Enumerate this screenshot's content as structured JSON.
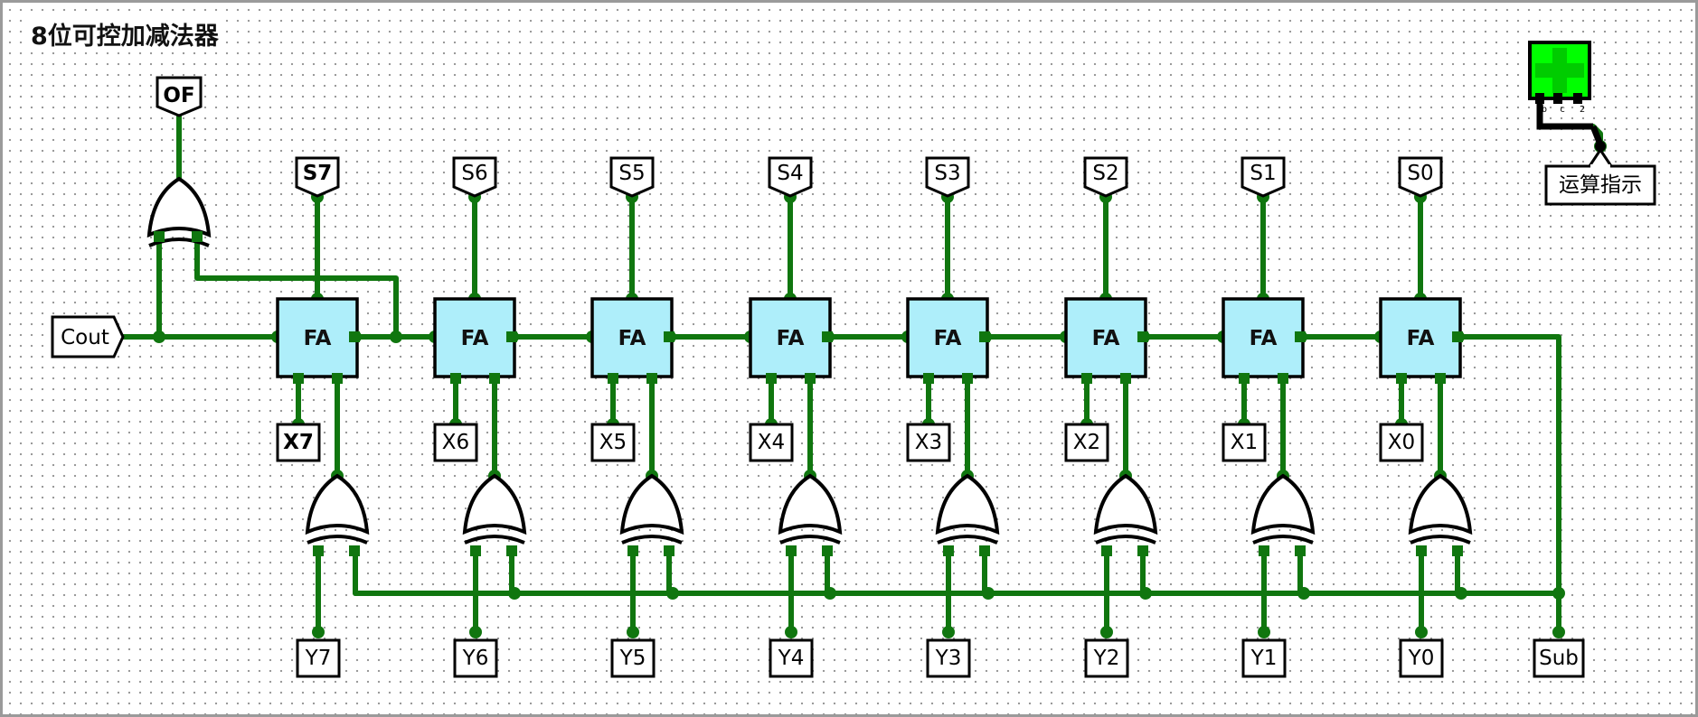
{
  "title": "8位可控加减法器",
  "adder_label": "FA",
  "sum_outputs": [
    "S7",
    "S6",
    "S5",
    "S4",
    "S3",
    "S2",
    "S1",
    "S0"
  ],
  "x_inputs": [
    "X7",
    "X6",
    "X5",
    "X4",
    "X3",
    "X2",
    "X1",
    "X0"
  ],
  "y_inputs": [
    "Y7",
    "Y6",
    "Y5",
    "Y4",
    "Y3",
    "Y2",
    "Y1",
    "Y0"
  ],
  "overflow_label": "OF",
  "carry_label": "Cout",
  "sub_label": "Sub",
  "indicator_label": "运算指示",
  "indicator_pin_text": "bc2",
  "colors": {
    "wire": "#10760f",
    "adder_fill": "#aeeefa",
    "indicator_bg": "#00ff00",
    "indicator_plus": "#00cc00"
  }
}
